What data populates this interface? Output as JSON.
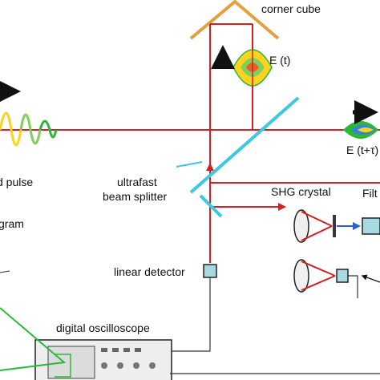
{
  "labels": {
    "corner_cube": "corner cube",
    "e_t": "E (t)",
    "e_t_tau": "E (t+τ)",
    "pulse": "d pulse",
    "beam_splitter_1": "ultrafast",
    "beam_splitter_2": "beam splitter",
    "shg_crystal": "SHG crystal",
    "filter": "Filt",
    "gram": "gram",
    "linear_detector": "linear detector",
    "oscilloscope": "digital oscilloscope"
  },
  "colors": {
    "beam": "#d42020",
    "corner_cube": "#e3a040",
    "splitter": "#3cc8e0",
    "detector": "#a8d8e0",
    "wire": "#333333",
    "green_wire": "#2ab83a",
    "arrow": "#111111",
    "second_harmonic": "#2a5fd6"
  },
  "icons": [
    "corner-cube-icon",
    "beam-splitter-icon",
    "lens-icon",
    "detector-icon",
    "oscilloscope-icon",
    "arrow-icon"
  ]
}
